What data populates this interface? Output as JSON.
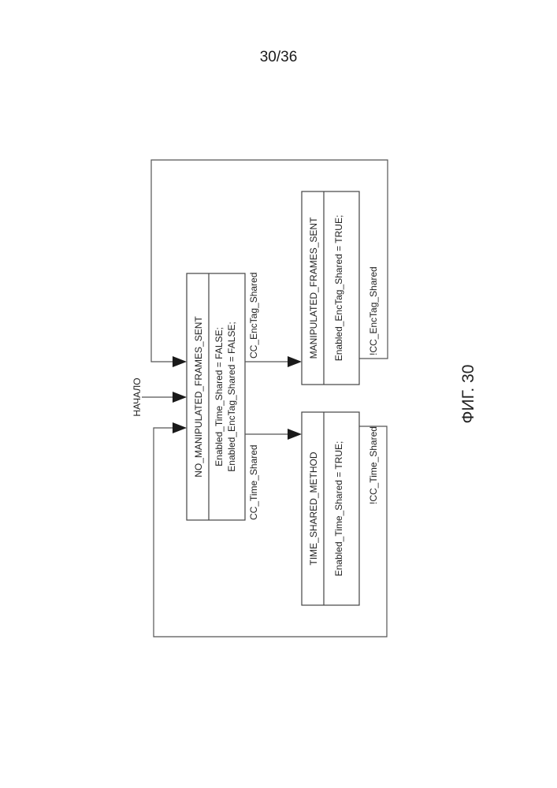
{
  "page_number": "30/36",
  "figure_label": "ФИГ. 30",
  "start_label": "НАЧАЛО",
  "states": {
    "no_manipulated": {
      "name": "NO_MANIPULATED_FRAMES_SENT",
      "actions": [
        "Enabled_Time_Shared = FALSE;",
        "Enabled_EncTag_Shared = FALSE;"
      ]
    },
    "manipulated": {
      "name": "MANIPULATED_FRAMES_SENT",
      "actions": [
        "Enabled_EncTag_Shared = TRUE;"
      ]
    },
    "time_shared": {
      "name": "TIME_SHARED_METHOD",
      "actions": [
        "Enabled_Time_Shared = TRUE;"
      ]
    }
  },
  "transitions": {
    "to_manipulated": "CC_EncTag_Shared",
    "to_time_shared": "CC_Time_Shared",
    "manipulated_back": "!CC_EncTag_Shared",
    "time_shared_back": "!CC_Time_Shared"
  }
}
